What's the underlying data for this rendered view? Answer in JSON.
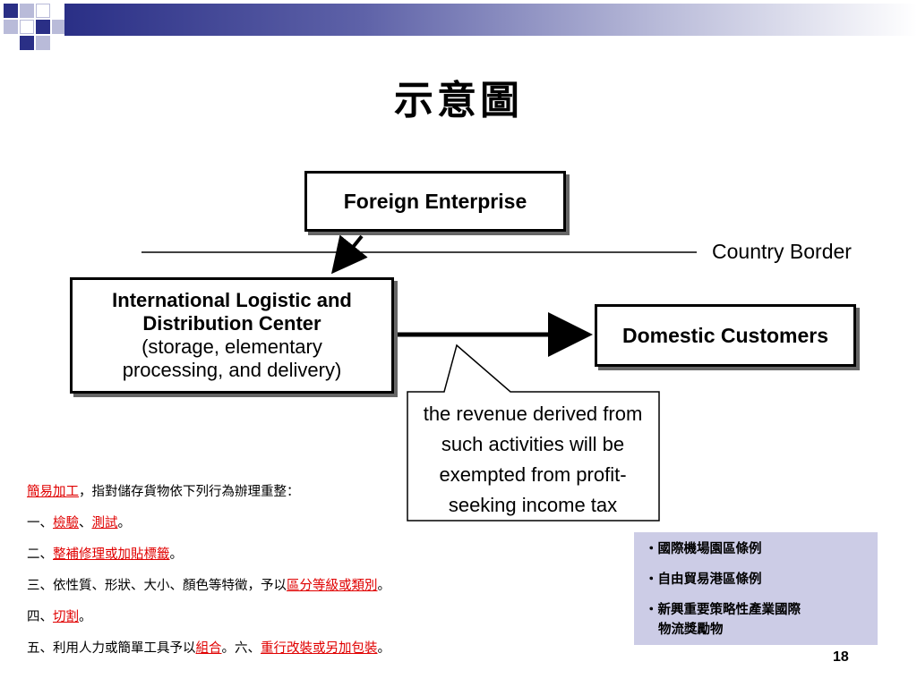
{
  "title": "示意圖",
  "diagram": {
    "foreign_enterprise": "Foreign Enterprise",
    "border_label": "Country Border",
    "ilc_line1": "International Logistic and",
    "ilc_line2": "Distribution Center",
    "ilc_line3": "(storage,  elementary",
    "ilc_line4": "processing, and  delivery)",
    "domestic_customers": "Domestic Customers",
    "callout_lines": [
      "the revenue derived from",
      "such activities will be",
      "exempted from profit-",
      "seeking income tax"
    ]
  },
  "notes": {
    "l1_red": "簡易加工",
    "l1_rest": "，指對儲存貨物依下列行為辦理重整：",
    "l2_pre": "一、",
    "l2_red1": "檢驗",
    "l2_sep": "、",
    "l2_red2": "測試",
    "l2_end": "。",
    "l3_pre": "二、",
    "l3_red": "整補修理或加貼標籤",
    "l3_end": "。",
    "l4_pre": "三、依性質、形狀、大小、顏色等特徵，予以",
    "l4_red": "區分等級或類別",
    "l4_end": "。",
    "l5_pre": "四、",
    "l5_red": "切割",
    "l5_end": "。",
    "l6_pre": "五、利用人力或簡單工具予以",
    "l6_red1": "組合",
    "l6_mid": "。六、",
    "l6_red2": "重行改裝或另加包裝",
    "l6_end": "。"
  },
  "sidebox": {
    "items": [
      "・國際機場園區條例",
      "・自由貿易港區條例",
      "・新興重要策略性產業國際",
      "物流獎勵物"
    ]
  },
  "page_number": "18",
  "colors": {
    "accent": "#2a2f86",
    "highlight_red": "#e00000",
    "sidebox_bg": "#cccce6"
  }
}
